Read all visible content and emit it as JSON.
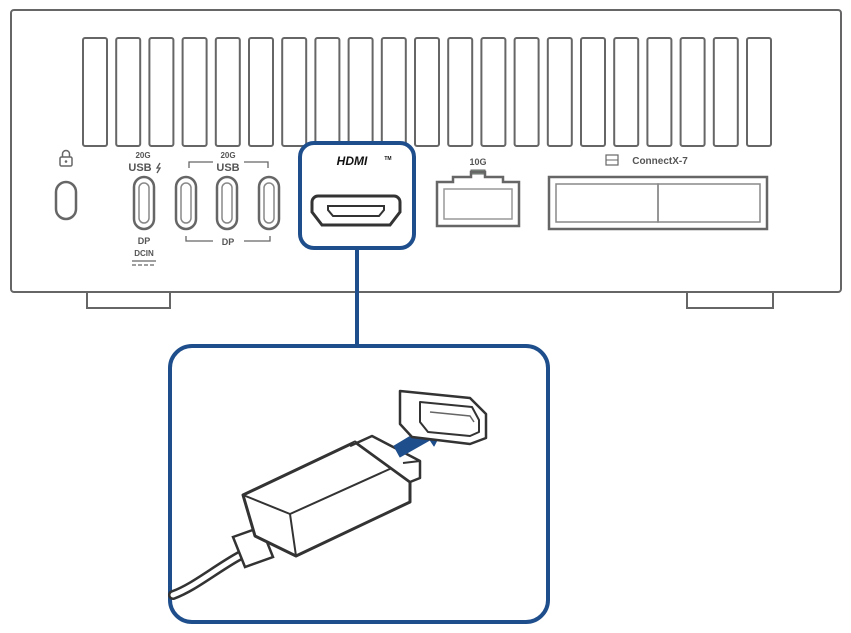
{
  "device": {
    "ports": {
      "usb_20g_speed": "20G",
      "usb_20g_name": "USB",
      "usb_20g_sub_top": "DP",
      "usb_20g_sub_bottom": "DCIN",
      "usb_group_speed": "20G",
      "usb_group_name": "USB",
      "usb_group_sub": "DP",
      "hdmi_logo": "HDMI",
      "hdmi_tm": "TM",
      "ethernet_speed": "10G",
      "connectx_label": "ConnectX-7"
    }
  },
  "colors": {
    "highlight": "#1f4e8c",
    "outline": "#555555",
    "arrow": "#1f4e8c"
  },
  "icons": [
    "lock-icon",
    "power-icon",
    "network-icon",
    "hdmi-port-icon",
    "arrow-icon"
  ]
}
